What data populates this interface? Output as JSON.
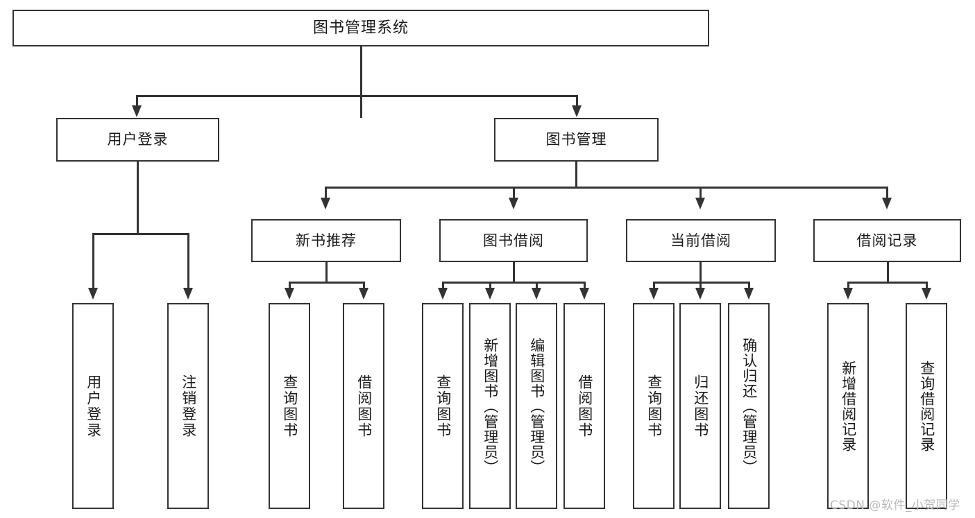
{
  "diagram": {
    "title": "图书管理系统",
    "type": "功能结构图",
    "root": {
      "label": "图书管理系统"
    },
    "level2": [
      {
        "label": "用户登录"
      },
      {
        "label": "图书管理"
      }
    ],
    "level3": [
      {
        "label": "新书推荐"
      },
      {
        "label": "图书借阅"
      },
      {
        "label": "当前借阅"
      },
      {
        "label": "借阅记录"
      }
    ],
    "leaves": {
      "user_login": [
        {
          "label": "用户登录"
        },
        {
          "label": "注销登录"
        }
      ],
      "new_book_recommend": [
        {
          "label": "查询图书"
        },
        {
          "label": "借阅图书"
        }
      ],
      "book_borrow": [
        {
          "label": "查询图书"
        },
        {
          "label": "新增图书（管理员）"
        },
        {
          "label": "编辑图书（管理员）"
        },
        {
          "label": "借阅图书"
        }
      ],
      "current_borrow": [
        {
          "label": "查询图书"
        },
        {
          "label": "归还图书"
        },
        {
          "label": "确认归还（管理员）"
        }
      ],
      "borrow_record": [
        {
          "label": "新增借阅记录"
        },
        {
          "label": "查询借阅记录"
        }
      ]
    }
  },
  "watermark": {
    "text": "CSDN @软件_小贺同学"
  },
  "colors": {
    "stroke": "#333333",
    "background": "#ffffff",
    "text": "#1a1a1a",
    "watermark": "#b9b9b9"
  }
}
